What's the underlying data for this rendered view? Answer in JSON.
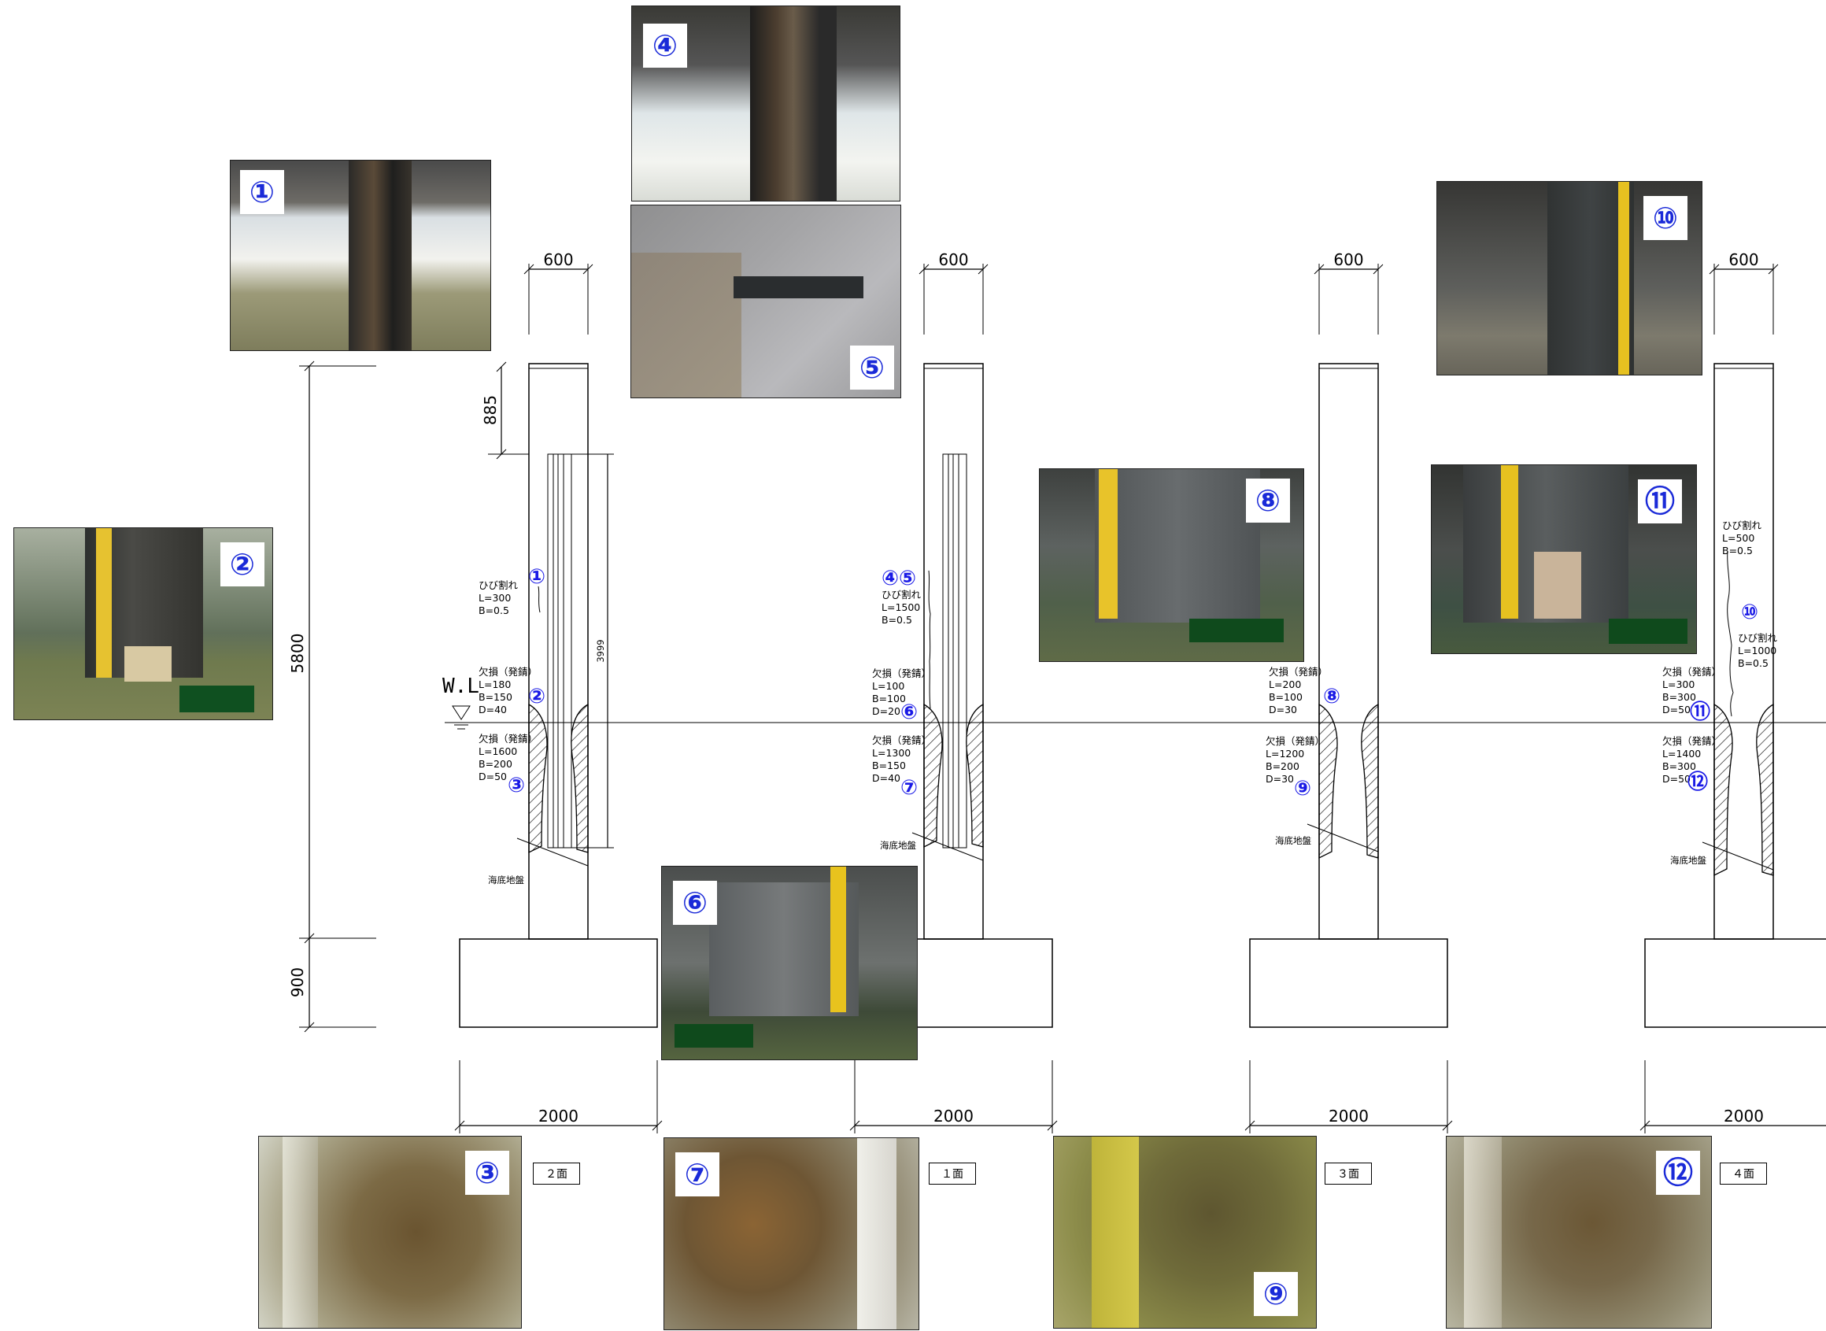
{
  "dims": {
    "pile_width": "600",
    "footing_width": "2000",
    "total_height": "5800",
    "footing_height": "900",
    "top_to_plate": "885",
    "plate_length": "3999"
  },
  "labels": {
    "water_level": "W.L",
    "seabed": "海底地盤"
  },
  "markers": [
    "①",
    "②",
    "③",
    "④",
    "⑤",
    "⑥",
    "⑦",
    "⑧",
    "⑨",
    "⑩",
    "⑪",
    "⑫"
  ],
  "marker_pairs": {
    "p45": "④⑤"
  },
  "faces": [
    "２面",
    "１面",
    "３面",
    "４面"
  ],
  "notes": {
    "c1_crack": [
      "ひび割れ",
      "L=300",
      "B=0.5"
    ],
    "c1_defect_upper": [
      "欠損（発錆）",
      "L=180",
      "B=150",
      "D=40"
    ],
    "c1_defect_lower": [
      "欠損（発錆）",
      "L=1600",
      "B=200",
      "D=50"
    ],
    "c2_crack": [
      "ひび割れ",
      "L=1500",
      "B=0.5"
    ],
    "c2_defect_upper": [
      "欠損（発錆）",
      "L=100",
      "B=100",
      "D=20"
    ],
    "c2_defect_lower": [
      "欠損（発錆）",
      "L=1300",
      "B=150",
      "D=40"
    ],
    "c3_defect_upper": [
      "欠損（発錆）",
      "L=200",
      "B=100",
      "D=30"
    ],
    "c3_defect_lower": [
      "欠損（発錆）",
      "L=1200",
      "B=200",
      "D=30"
    ],
    "c4_crack_a": [
      "ひび割れ",
      "L=500",
      "B=0.5"
    ],
    "c4_crack_b": [
      "ひび割れ",
      "L=1000",
      "B=0.5"
    ],
    "c4_defect_upper": [
      "欠損（発錆）",
      "L=300",
      "B=300",
      "D=50"
    ],
    "c4_defect_lower": [
      "欠損（発錆）",
      "L=1400",
      "B=300",
      "D=50"
    ]
  },
  "photos": [
    {
      "id": "p1",
      "num": "①"
    },
    {
      "id": "p2",
      "num": "②"
    },
    {
      "id": "p3",
      "num": "③"
    },
    {
      "id": "p4",
      "num": "④"
    },
    {
      "id": "p5",
      "num": "⑤"
    },
    {
      "id": "p6",
      "num": "⑥"
    },
    {
      "id": "p7",
      "num": "⑦"
    },
    {
      "id": "p8",
      "num": "⑧"
    },
    {
      "id": "p9",
      "num": "⑨"
    },
    {
      "id": "p10",
      "num": "⑩"
    },
    {
      "id": "p11",
      "num": "⑪"
    },
    {
      "id": "p12",
      "num": "⑫"
    }
  ]
}
